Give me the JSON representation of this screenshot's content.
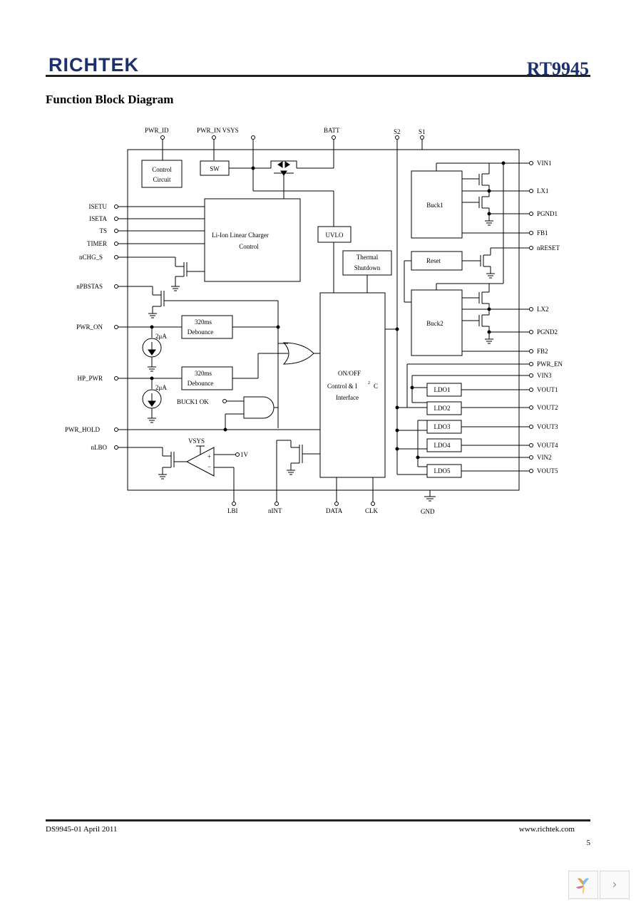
{
  "header": {
    "brand": "RICHTEK",
    "part_number": "RT9945"
  },
  "section_title": "Function Block Diagram",
  "diagram": {
    "top_pins": {
      "pwr_id": "PWR_ID",
      "pwr_in_vsys": "PWR_IN VSYS",
      "batt": "BATT",
      "s2": "S2",
      "s1": "S1"
    },
    "left_pins": [
      "ISETU",
      "ISETA",
      "TS",
      "TIMER",
      "nCHG_S",
      "nPBSTAS",
      "PWR_ON",
      "HP_PWR",
      "PWR_HOLD",
      "nLBO"
    ],
    "right_pins": [
      "VIN1",
      "LX1",
      "PGND1",
      "FB1",
      "nRESET",
      "LX2",
      "PGND2",
      "FB2",
      "PWR_EN",
      "VIN3",
      "VOUT1",
      "VOUT2",
      "VOUT3",
      "VOUT4",
      "VIN2",
      "VOUT5"
    ],
    "bottom_pins": {
      "lbi": "LBI",
      "nint": "nINT",
      "data": "DATA",
      "clk": "CLK",
      "gnd": "GND"
    },
    "blocks": {
      "control_circuit_1": "Control",
      "control_circuit_2": "Circuit",
      "sw": "SW",
      "charger_1": "Li-Ion Linear Charger",
      "charger_2": "Control",
      "uvlo": "UVLO",
      "thermal_1": "Thermal",
      "thermal_2": "Shutdown",
      "onoff_1": "ON/OFF",
      "onoff_2": "Control & I",
      "onoff_2_sup": "2",
      "onoff_2_c": "C",
      "onoff_3": "Interface",
      "buck1": "Buck1",
      "buck2": "Buck2",
      "reset": "Reset",
      "debounce_1a": "320ms",
      "debounce_1b": "Debounce",
      "debounce_2a": "320ms",
      "debounce_2b": "Debounce",
      "ldo1": "LDO1",
      "ldo2": "LDO2",
      "ldo3": "LDO3",
      "ldo4": "LDO4",
      "ldo5": "LDO5"
    },
    "labels": {
      "current_src_1": "2μA",
      "current_src_2": "2μA",
      "buck1_ok": "BUCK1 OK",
      "vsys": "VSYS",
      "one_volt": "1V",
      "plus": "+",
      "minus": "−"
    }
  },
  "footer": {
    "doc_id": "DS9945-01   April  2011",
    "website": "www.richtek.com",
    "page_number": "5"
  },
  "colors": {
    "brand": "#1c2f6e",
    "line": "#000000"
  }
}
